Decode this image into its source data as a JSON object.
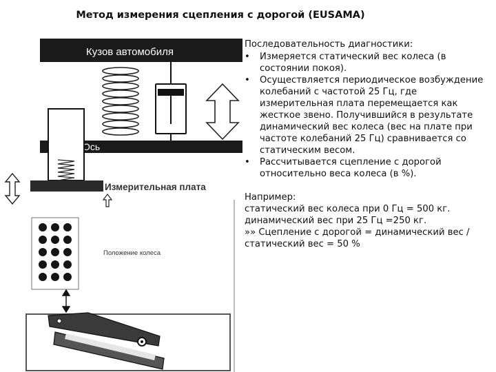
{
  "title": "Метод измерения сцепления с дорогой (EUSAMA)",
  "diagram": {
    "labels": {
      "body": "Кузов автомобиля",
      "axle": "Ось",
      "plate": "Измерительная плата",
      "wheel_position": "Положение колеса"
    },
    "colors": {
      "dark": "#1a1a1a",
      "light": "#ffffff",
      "mid": "#555555"
    }
  },
  "diagnostics": {
    "heading": "Последовательность диагностики:",
    "steps": [
      "Измеряется статический вес колеса (в состоянии покоя).",
      "Осуществляется периодическое возбуждение колебаний с частотой 25 Гц, где измерительная плата перемещается как жесткое звено. Получившийся в результате динамический вес колеса (вес на плате при частоте колебаний 25 Гц) сравнивается со статическим весом.",
      "Рассчитывается сцепление с дорогой относительно веса колеса (в %)."
    ]
  },
  "example": {
    "heading": "Например:",
    "lines": [
      "статический вес колеса при 0 Гц = 500 кг.",
      "динамический вес при 25 Гц =250 кг.",
      "»» Сцепление с дорогой = динамический вес / статический вес = 50 %"
    ]
  }
}
